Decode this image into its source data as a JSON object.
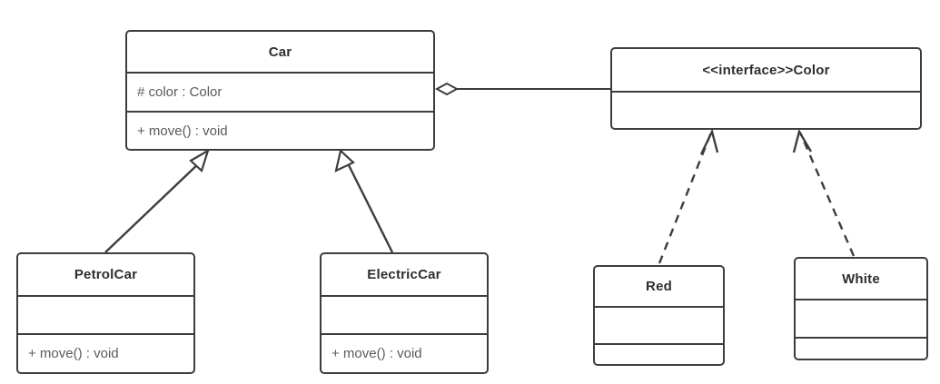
{
  "diagram": {
    "kind": "uml-class-diagram",
    "title_text": "",
    "colors": {
      "background": "#ffffff",
      "box_fill": "#ffffff",
      "border": "#3d3d3d",
      "title_text": "#2e2e2e",
      "member_text": "#5a5a5a",
      "edge": "#3d3d3d"
    }
  },
  "classes": {
    "car": {
      "name": "Car",
      "attribute": "# color : Color",
      "operation": "+ move() : void",
      "empty": ""
    },
    "color": {
      "name": "<<interface>>Color",
      "stereotype": "<<interface>>",
      "plain_name": "Color",
      "empty": ""
    },
    "petrol_car": {
      "name": "PetrolCar",
      "operation": "+ move() : void",
      "empty": ""
    },
    "electric_car": {
      "name": "ElectricCar",
      "operation": "+ move() : void",
      "empty": ""
    },
    "red": {
      "name": "Red",
      "empty": ""
    },
    "white": {
      "name": "White",
      "empty": ""
    }
  },
  "relationships": [
    {
      "id": "car-aggregates-color",
      "type": "aggregation",
      "source": "Car",
      "target": "Color",
      "line_style": "solid",
      "source_decoration": "hollow-diamond",
      "target_decoration": "none",
      "label": ""
    },
    {
      "id": "petrolcar-extends-car",
      "type": "generalization",
      "source": "PetrolCar",
      "target": "Car",
      "line_style": "solid",
      "source_decoration": "none",
      "target_decoration": "hollow-triangle",
      "label": ""
    },
    {
      "id": "electriccar-extends-car",
      "type": "generalization",
      "source": "ElectricCar",
      "target": "Car",
      "line_style": "solid",
      "source_decoration": "none",
      "target_decoration": "hollow-triangle",
      "label": ""
    },
    {
      "id": "red-implements-color",
      "type": "realization",
      "source": "Red",
      "target": "Color",
      "line_style": "dashed",
      "source_decoration": "none",
      "target_decoration": "open-arrow",
      "label": ""
    },
    {
      "id": "white-implements-color",
      "type": "realization",
      "source": "White",
      "target": "Color",
      "line_style": "dashed",
      "source_decoration": "none",
      "target_decoration": "open-arrow",
      "label": ""
    }
  ]
}
